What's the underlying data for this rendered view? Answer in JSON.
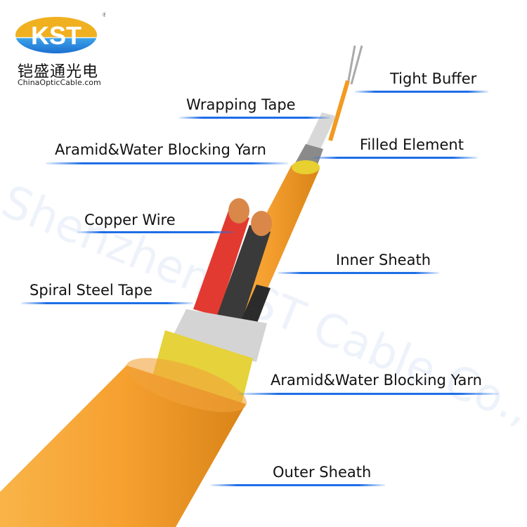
{
  "logo": {
    "brand": "KST",
    "registered": "®",
    "chinese": "铠盛通光电",
    "url": "ChinaOpticCable.com"
  },
  "watermark": "Shenzhen KST Cable Co.,Ltd",
  "labels": {
    "tight_buffer": "Tight Buffer",
    "wrapping_tape": "Wrapping Tape",
    "filled_element": "Filled Element",
    "aramid_top": "Aramid&Water Blocking Yarn",
    "copper_wire": "Copper Wire",
    "inner_sheath": "Inner Sheath",
    "spiral_steel_tape": "Spiral Steel Tape",
    "aramid_bottom": "Aramid&Water Blocking Yarn",
    "outer_sheath": "Outer Sheath"
  },
  "colors": {
    "accent": "#1e6ee6",
    "sheath": "#f5a033"
  }
}
